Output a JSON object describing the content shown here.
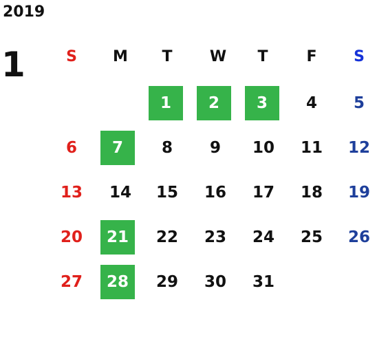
{
  "calendar": {
    "year": "2019",
    "month": "1",
    "weekdays": [
      "S",
      "M",
      "T",
      "W",
      "T",
      "F",
      "S"
    ],
    "weeks": [
      [
        "",
        "",
        "1",
        "2",
        "3",
        "4",
        "5"
      ],
      [
        "6",
        "7",
        "8",
        "9",
        "10",
        "11",
        "12"
      ],
      [
        "13",
        "14",
        "15",
        "16",
        "17",
        "18",
        "19"
      ],
      [
        "20",
        "21",
        "22",
        "23",
        "24",
        "25",
        "26"
      ],
      [
        "27",
        "28",
        "29",
        "30",
        "31",
        "",
        ""
      ]
    ],
    "highlighted_days": [
      "1",
      "2",
      "3",
      "7",
      "21",
      "28"
    ]
  },
  "colors": {
    "sunday": "#e0201b",
    "saturday": "#1e3f9b",
    "saturday_header": "#1532d8",
    "highlight": "#36b34a",
    "text": "#111111"
  }
}
